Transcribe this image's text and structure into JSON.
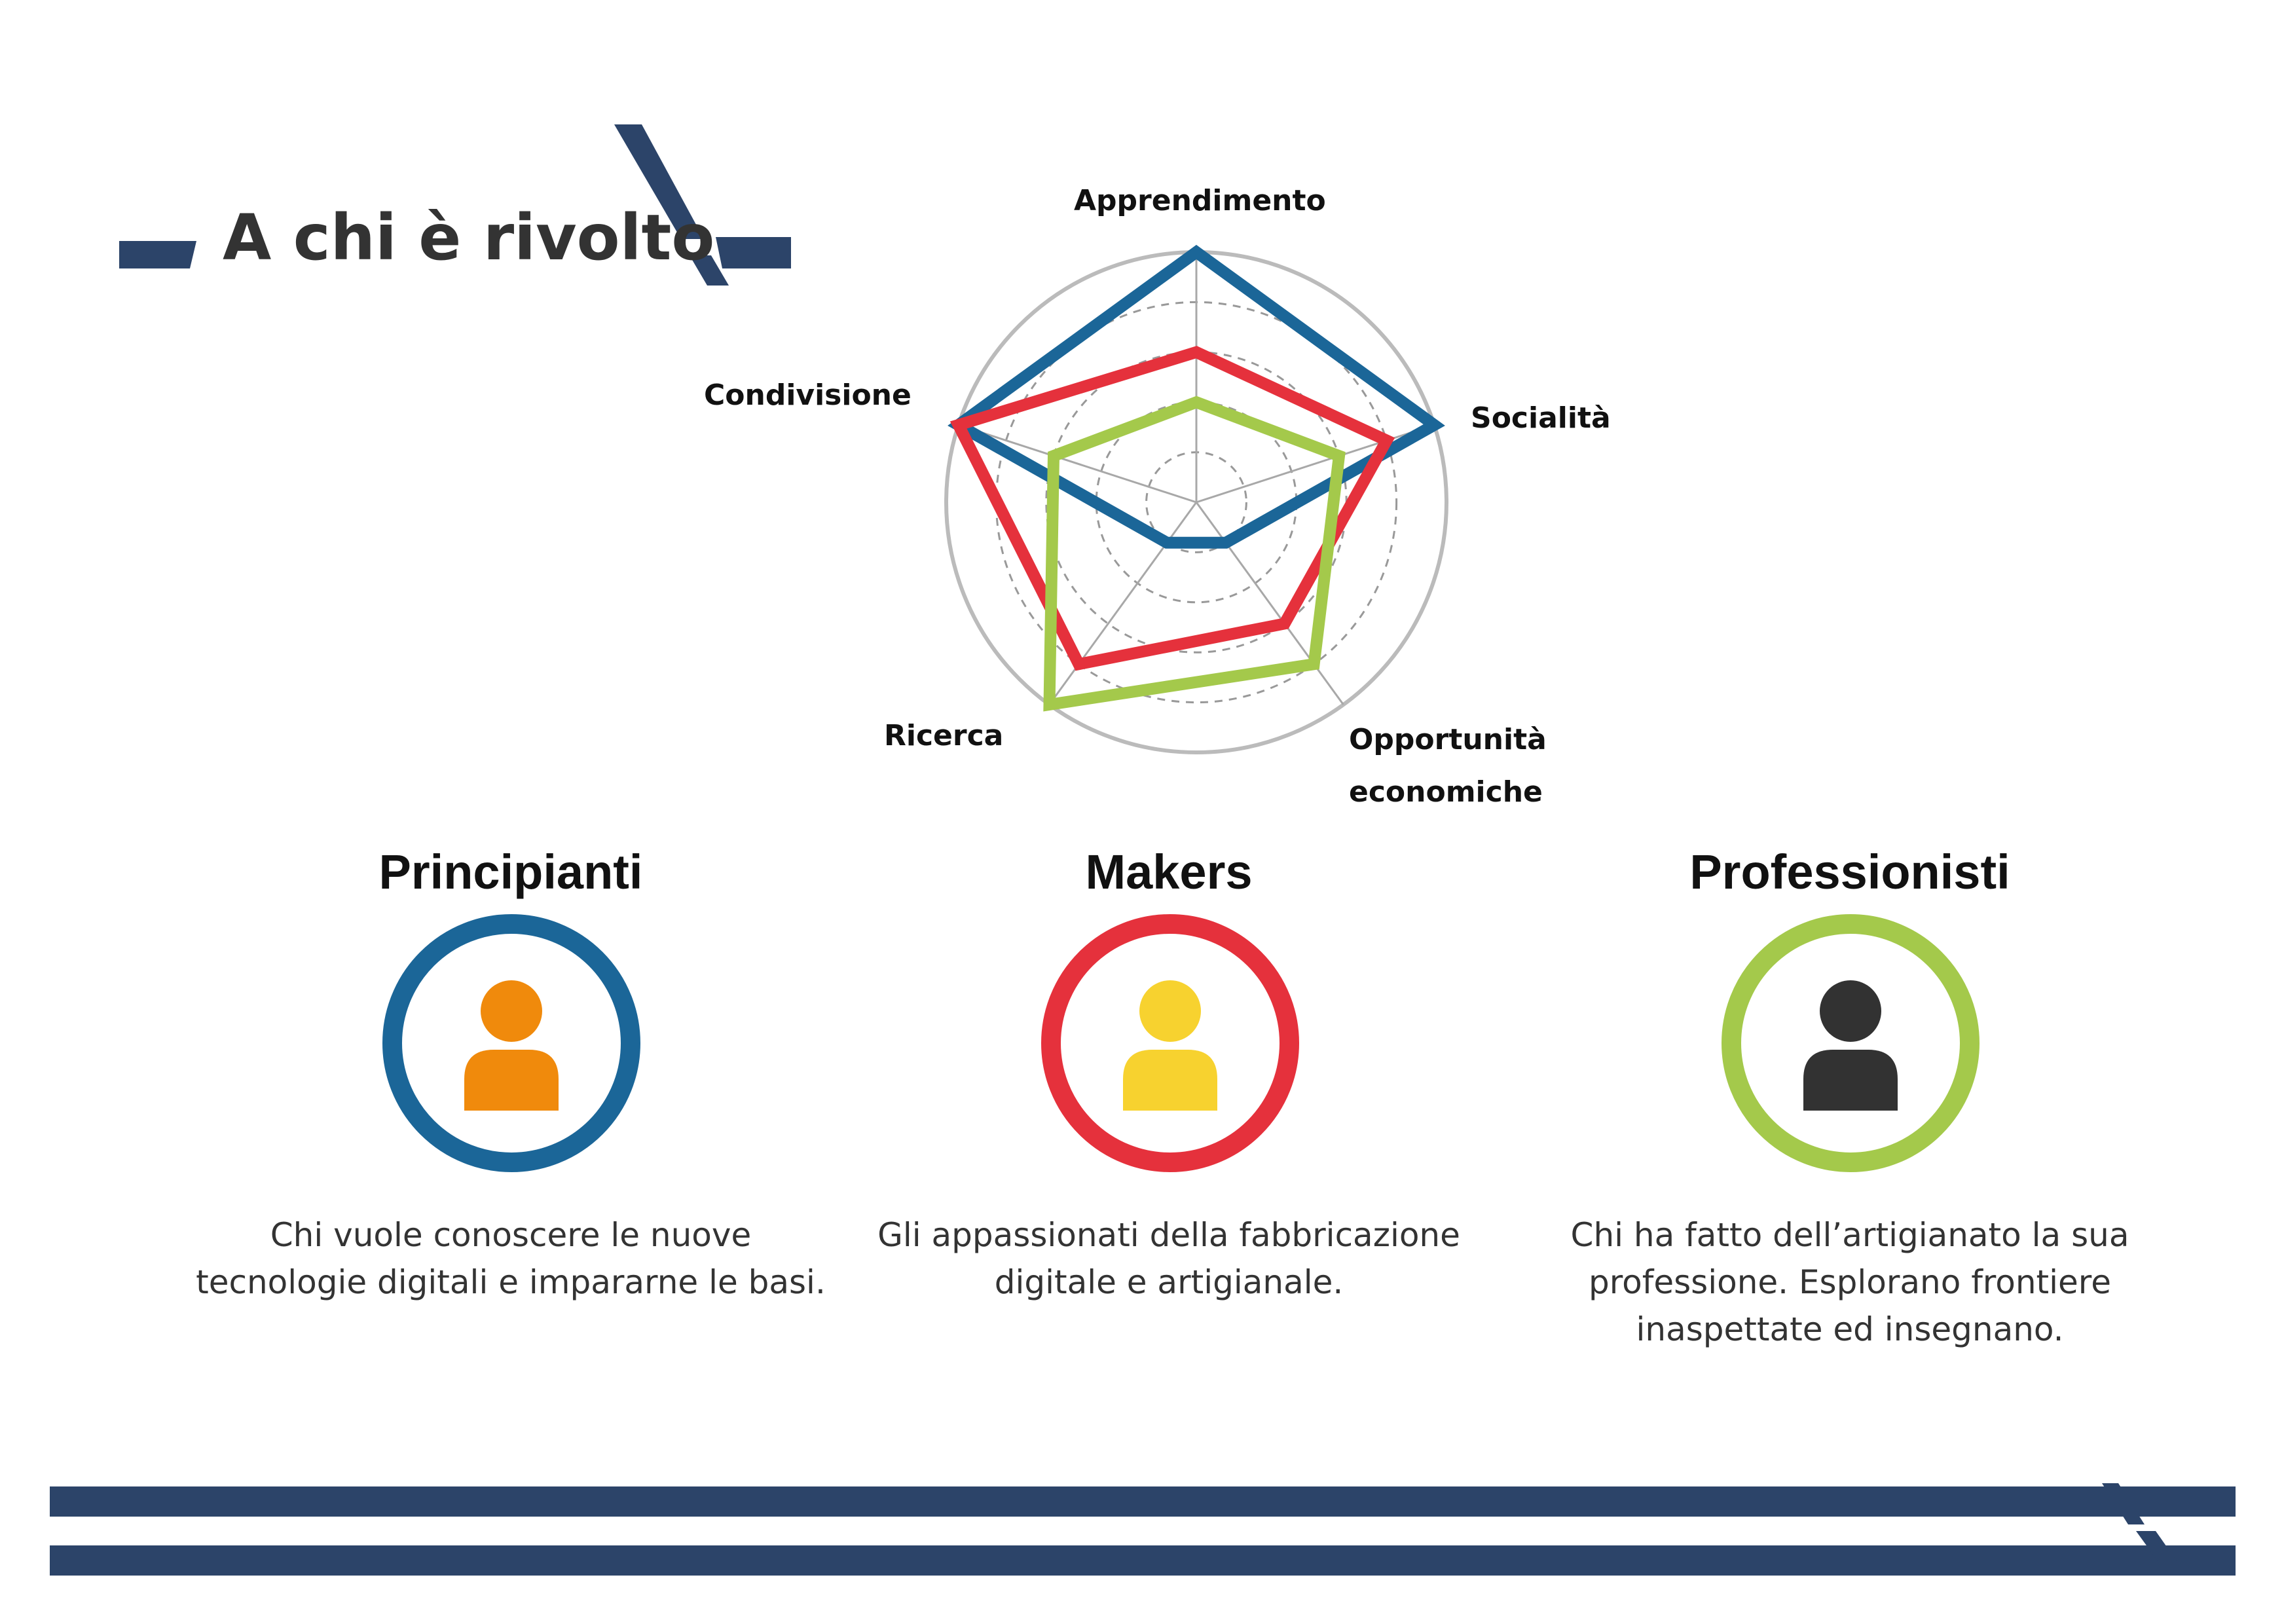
{
  "header": {
    "title": "A chi è rivolto"
  },
  "chart_data": {
    "type": "radar",
    "axes": [
      "Apprendimento",
      "Socialità",
      "Opportunità\neconomiche",
      "Ricerca",
      "Condivisione"
    ],
    "rmax": 5,
    "grid": true,
    "series": [
      {
        "name": "Principianti",
        "color": "#1b6698",
        "values": [
          5,
          5,
          1,
          1,
          5
        ]
      },
      {
        "name": "Makers",
        "color": "#e5313c",
        "values": [
          3,
          4,
          3,
          4,
          5
        ]
      },
      {
        "name": "Professionisti",
        "color": "#a4c94b",
        "values": [
          2,
          3,
          4,
          5,
          3
        ]
      }
    ]
  },
  "groups": [
    {
      "title": "Principianti",
      "ring_color": "#1b6698",
      "figure_color": "#f08a0c",
      "icon": "person-icon",
      "description": "Chi vuole conoscere le nuove\ntecnologie digitali e impararne le basi."
    },
    {
      "title": "Makers",
      "ring_color": "#e5313c",
      "figure_color": "#f7d22f",
      "icon": "person-icon",
      "description": "Gli appassionati della fabbricazione\ndigitale e artigianale."
    },
    {
      "title": "Professionisti",
      "ring_color": "#a4c94b",
      "figure_color": "#323232",
      "icon": "person-icon",
      "description": "Chi ha fatto dell’artigianato la sua\nprofessione. Esplorano frontiere\ninaspettate ed insegnano."
    }
  ],
  "colors": {
    "brand_navy": "#2c4469",
    "grid_gray": "#bbbbbb"
  }
}
